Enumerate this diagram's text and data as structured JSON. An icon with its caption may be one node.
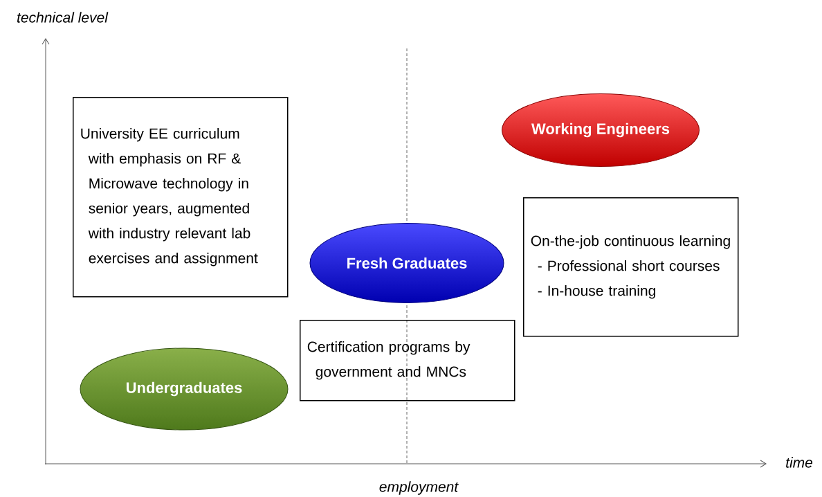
{
  "diagram": {
    "nodes": [
      {
        "text": [
          "University EE curriculum with emphasis on RF & Microwave technology in senior years, augmented with industry relevant lab exercises and assignment"
        ]
      },
      {
        "text": [
          "Working Engineers"
        ]
      },
      {
        "text": [
          "On-the-job continuous learning",
          "- Professional short courses",
          "- In-house training"
        ]
      },
      {
        "text": [
          "Fresh Graduates"
        ]
      },
      {
        "text": [
          "Certification programs by government and MNCs"
        ]
      },
      {
        "text": [
          "Undergraduates"
        ]
      }
    ],
    "edges": [],
    "labels": [
      "technical level",
      "time",
      "employment"
    ]
  }
}
